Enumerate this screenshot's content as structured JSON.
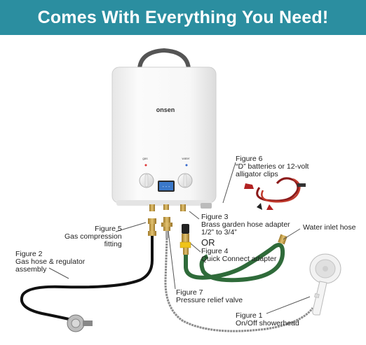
{
  "banner": {
    "title": "Comes With Everything You Need!",
    "background": "#2b8ea0"
  },
  "heater": {
    "brand": "onsen",
    "left_knob_label": "gas",
    "right_knob_label": "water",
    "display_reading": "---"
  },
  "labels": {
    "figure6": {
      "title": "Figure 6",
      "line1": "“D” batteries or 12-volt",
      "line2": "alligator clips"
    },
    "figure5": {
      "title": "Figure 5",
      "line1": "Gas compression",
      "line2": "fitting"
    },
    "figure3": {
      "title": "Figure 3",
      "line1": "Brass garden hose adapter",
      "line2": "1/2” to 3/4”"
    },
    "or_text": "OR",
    "figure4": {
      "title": "Figure 4",
      "line1": "Quick Connect adapter"
    },
    "water_inlet": {
      "title": "Water inlet hose"
    },
    "figure2": {
      "title": "Figure 2",
      "line1": "Gas hose & regulator",
      "line2": "assembly"
    },
    "figure7": {
      "title": "Figure 7",
      "line1": "Pressure relief valve"
    },
    "figure1": {
      "title": "Figure 1",
      "line1": "On/Off showerhead"
    }
  },
  "colors": {
    "heater_body": "#f3f3f3",
    "hose_green": "#2f6b3a",
    "hose_black": "#111111",
    "brass": "#c9a24a",
    "display_blue": "#3a78c9",
    "leader_line": "#555555"
  },
  "icons": [
    "alligator-clips-icon",
    "showerhead-icon",
    "regulator-icon"
  ]
}
